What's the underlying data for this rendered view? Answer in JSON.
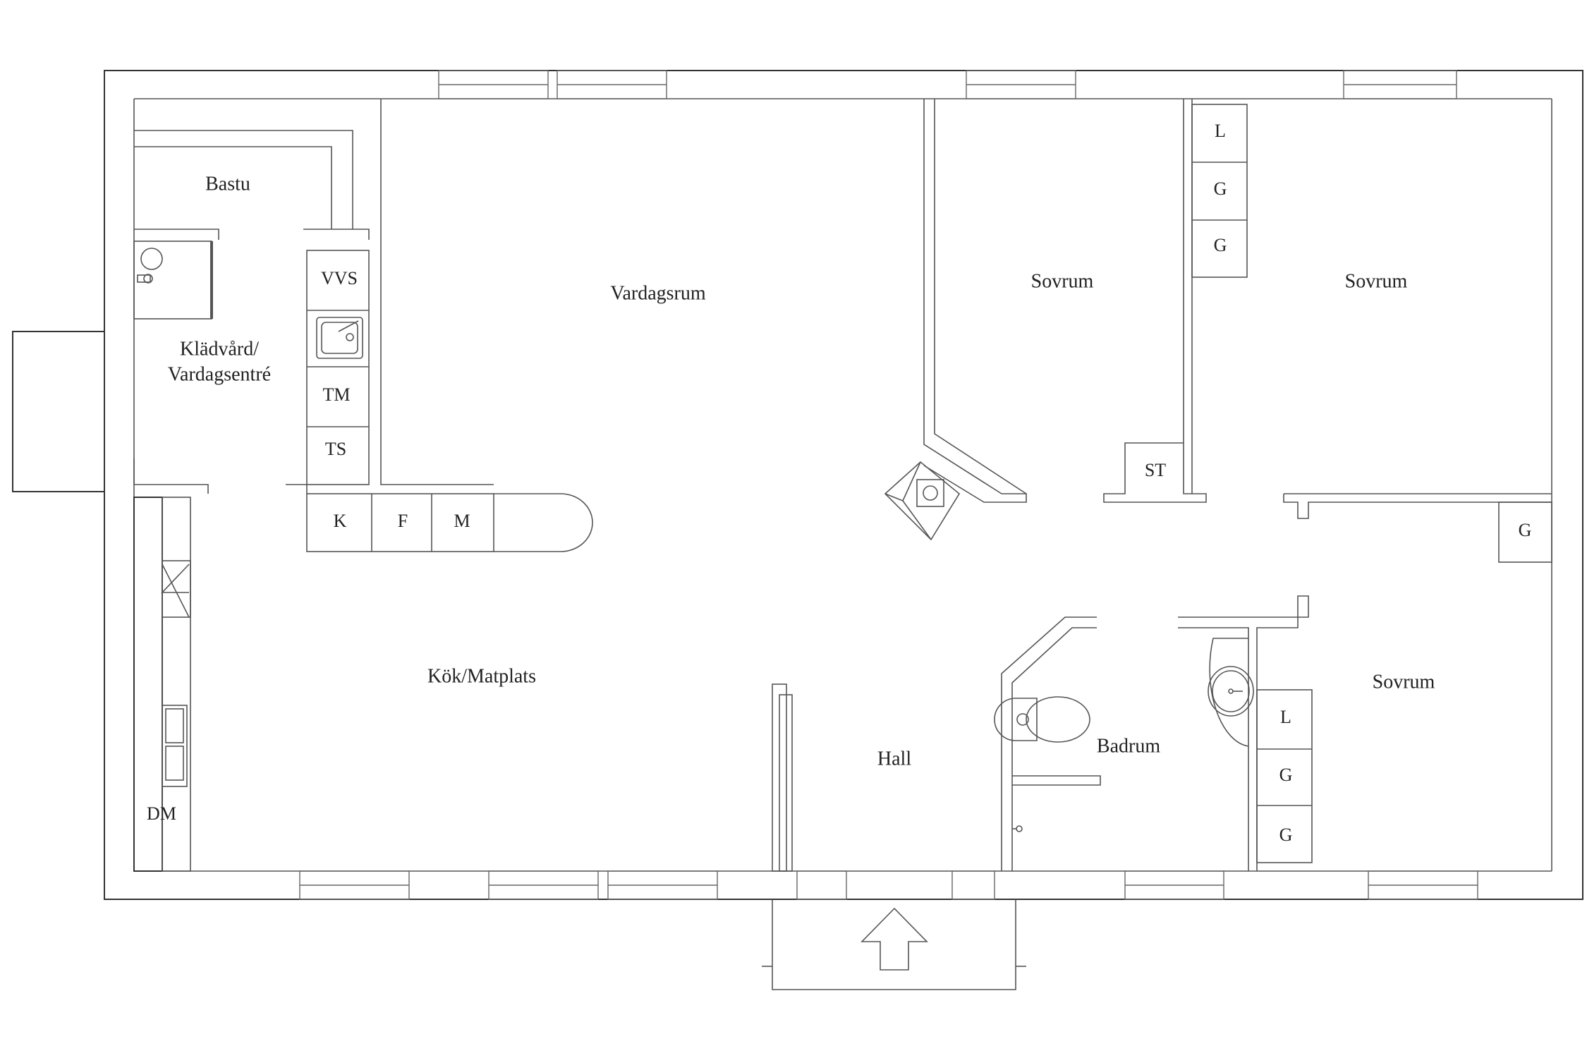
{
  "rooms": {
    "bastu": "Bastu",
    "kladvard_1": "Klädvård/",
    "kladvard_2": "Vardagsentré",
    "vardagsrum": "Vardagsrum",
    "sovrum_1": "Sovrum",
    "sovrum_2": "Sovrum",
    "sovrum_3": "Sovrum",
    "kok": "Kök/Matplats",
    "hall": "Hall",
    "badrum": "Badrum"
  },
  "fixtures": {
    "vvs": "VVS",
    "tm": "TM",
    "ts": "TS",
    "k": "K",
    "f": "F",
    "m": "M",
    "dm": "DM",
    "st": "ST",
    "l_1": "L",
    "g_1": "G",
    "g_2": "G",
    "g_3": "G",
    "l_2": "L",
    "g_4": "G",
    "g_5": "G"
  },
  "icons": {
    "entrance": "entrance-arrow-icon",
    "stove": "fireplace-icon",
    "sink": "sink-icon",
    "toilet": "toilet-icon",
    "washbasin": "washbasin-icon",
    "shower": "shower-icon"
  }
}
